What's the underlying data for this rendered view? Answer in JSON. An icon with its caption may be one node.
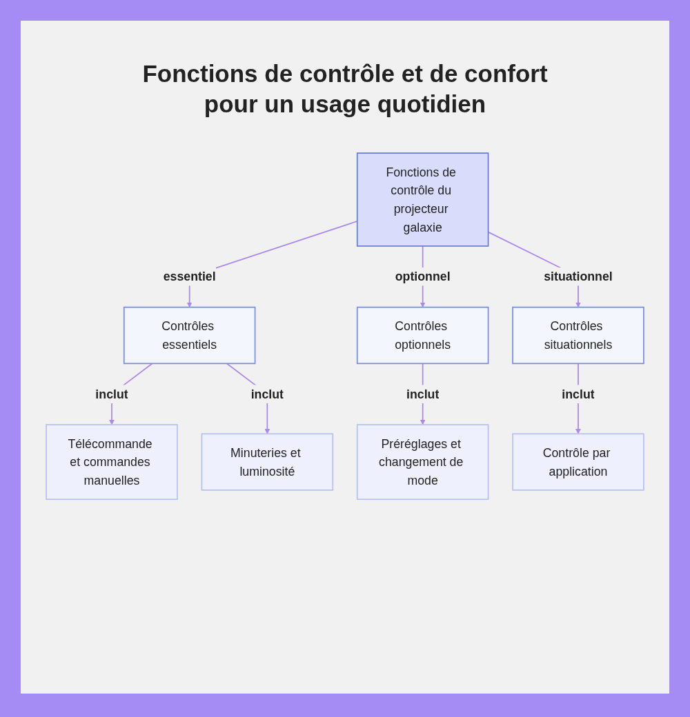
{
  "diagram": {
    "title": "Fonctions de contrôle et de confort pour un usage quotidien",
    "nodes": [
      {
        "text": [
          "Fonctions de contrôle du projecteur galaxie"
        ]
      },
      {
        "text": [
          "Contrôles essentiels"
        ]
      },
      {
        "text": [
          "Contrôles optionnels"
        ]
      },
      {
        "text": [
          "Contrôles situationnels"
        ]
      },
      {
        "text": [
          "Télécommande et commandes manuelles"
        ]
      },
      {
        "text": [
          "Minuteries et luminosité"
        ]
      },
      {
        "text": [
          "Préréglages et changement de mode"
        ]
      },
      {
        "text": [
          "Contrôle par application"
        ]
      }
    ],
    "edges": [
      {
        "from": 0,
        "to": 1,
        "arrow": "to",
        "label": "essentiel"
      },
      {
        "from": 0,
        "to": 2,
        "arrow": "to",
        "label": "optionnel"
      },
      {
        "from": 0,
        "to": 3,
        "arrow": "to",
        "label": "situationnel"
      },
      {
        "from": 1,
        "to": 4,
        "arrow": "to",
        "label": "inclut"
      },
      {
        "from": 1,
        "to": 5,
        "arrow": "to",
        "label": "inclut"
      },
      {
        "from": 2,
        "to": 6,
        "arrow": "to",
        "label": "inclut"
      },
      {
        "from": 3,
        "to": 7,
        "arrow": "to",
        "label": "inclut"
      }
    ]
  }
}
